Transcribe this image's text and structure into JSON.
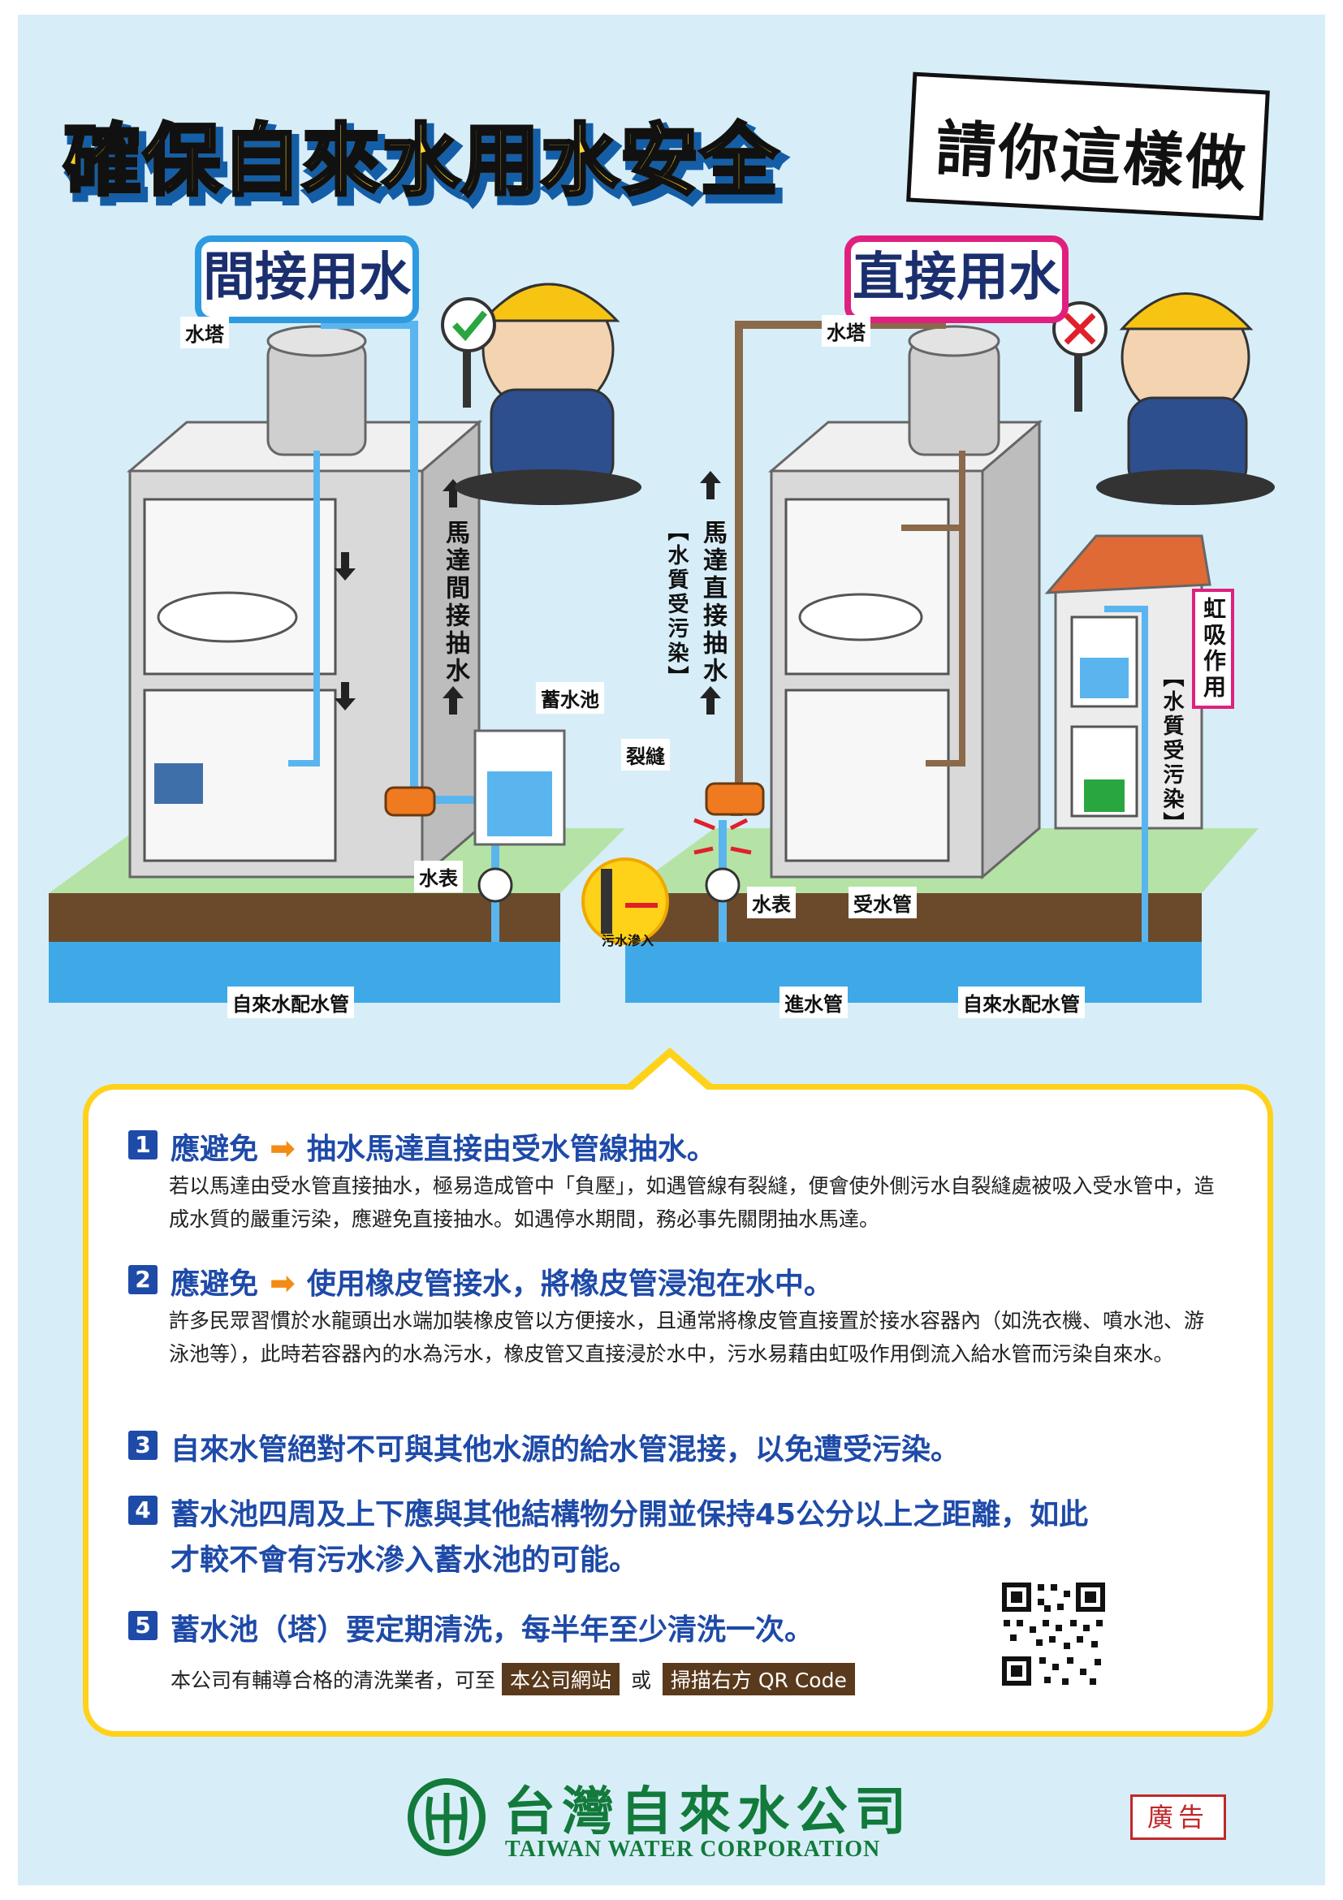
{
  "title": "確保自來水用水安全",
  "callout": "請你這樣做",
  "left_panel": {
    "label": "間接用水",
    "tower": "水塔",
    "motor_text": "馬達間接抽水",
    "reservoir": "蓄水池",
    "meter": "水表",
    "main_pipe": "自來水配水管"
  },
  "right_panel": {
    "label": "直接用水",
    "tower": "水塔",
    "motor_text": "馬達直接抽水",
    "contaminated": "【水質受污染】",
    "crack": "裂縫",
    "meter": "水表",
    "service_pipe": "受水管",
    "inlet_pipe": "進水管",
    "main_pipe": "自來水配水管",
    "siphon": "虹吸作用",
    "contaminated2": "【水質受污染】",
    "seep": "污水滲入"
  },
  "tips": [
    {
      "num": "1",
      "prefix": "應避免",
      "text": "抽水馬達直接由受水管線抽水。",
      "detail": "若以馬達由受水管直接抽水，極易造成管中「負壓」，如遇管線有裂縫，便會使外側污水自裂縫處被吸入受水管中，造成水質的嚴重污染，應避免直接抽水。如遇停水期間，務必事先關閉抽水馬達。"
    },
    {
      "num": "2",
      "prefix": "應避免",
      "text": "使用橡皮管接水，將橡皮管浸泡在水中。",
      "detail": "許多民眾習慣於水龍頭出水端加裝橡皮管以方便接水，且通常將橡皮管直接置於接水容器內（如洗衣機、噴水池、游泳池等），此時若容器內的水為污水，橡皮管又直接浸於水中，污水易藉由虹吸作用倒流入給水管而污染自來水。"
    },
    {
      "num": "3",
      "text": "自來水管絕對不可與其他水源的給水管混接，以免遭受污染。"
    },
    {
      "num": "4",
      "text": "蓄水池四周及上下應與其他結構物分開並保持45公分以上之距離，如此",
      "text2": "才較不會有污水滲入蓄水池的可能。"
    },
    {
      "num": "5",
      "text": "蓄水池（塔）要定期清洗，每半年至少清洗一次。"
    }
  ],
  "footnote": {
    "lead": "本公司有輔導合格的清洗業者，可至",
    "tag1": "本公司網站",
    "or": "或",
    "tag2": "掃描右方 QR Code"
  },
  "company": {
    "name_cn": "台灣自來水公司",
    "name_en": "TAIWAN WATER CORPORATION"
  },
  "ad_label": "廣告"
}
